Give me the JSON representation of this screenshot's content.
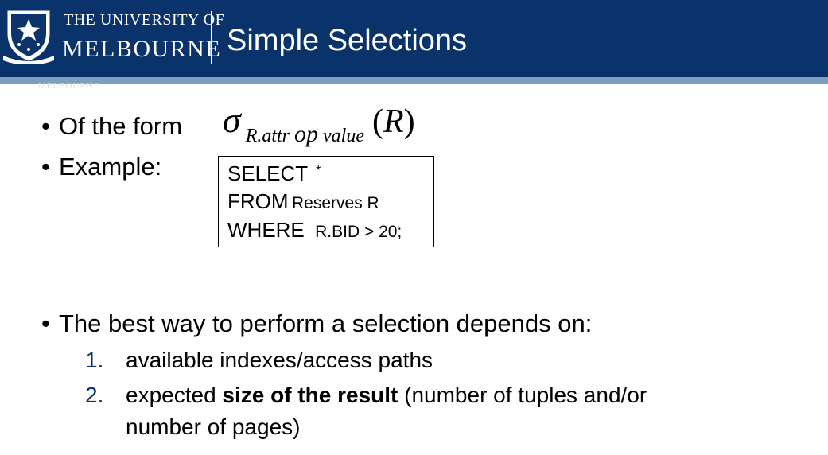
{
  "header": {
    "university_line1": "THE UNIVERSITY OF",
    "university_line2": "MELBOURNE",
    "title": "Simple Selections",
    "ghost_text": "MELBOURNE"
  },
  "bullets": {
    "form_label": "Of the form",
    "example_label": "Example:",
    "best_way": "The best way to perform a selection depends on:"
  },
  "formula": {
    "sigma": "σ",
    "subscript_left": "R.attr",
    "subscript_op": "op",
    "subscript_right": "value",
    "paren_open": "(",
    "relation": "R",
    "paren_close": ")"
  },
  "sql": {
    "select_kw": "SELECT",
    "select_arg": "*",
    "from_kw": "FROM",
    "from_arg": "Reserves R",
    "where_kw": "WHERE",
    "where_arg": "R.BID > 20;"
  },
  "list": [
    {
      "number": "1.",
      "text": "available indexes/access paths"
    },
    {
      "number": "2.",
      "text_before": "expected ",
      "text_bold": "size of the result",
      "text_after": " (number of tuples and/or",
      "text_line2": "number of pages)"
    }
  ],
  "colors": {
    "header_bg": "#0b336b",
    "header_stripe": "#7e9fba",
    "number_color": "#0b336b"
  }
}
